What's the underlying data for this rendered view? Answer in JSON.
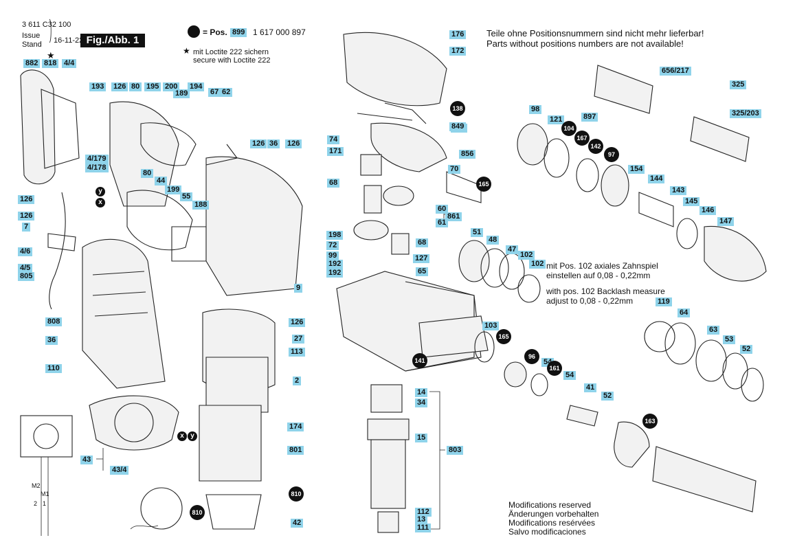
{
  "header": {
    "doc_number": "3 611 C32 100",
    "issue_label": "Issue",
    "stand_label": "Stand",
    "issue_date": "16-11-22",
    "fig_label": "Fig./Abb. 1"
  },
  "legend": {
    "pos_prefix": "= Pos.",
    "pos_number": "899",
    "pos_partno": "1 617 000 897",
    "loctite_de": "mit Loctite 222 sichern",
    "loctite_en": "secure with Loctite 222"
  },
  "notices": {
    "no_pos_de": "Teile ohne Positionsnummern sind nicht mehr lieferbar!",
    "no_pos_en": "Parts without positions numbers are not available!",
    "backlash_de_1": "mit Pos. 102 axiales Zahnspiel",
    "backlash_de_2": "einstellen auf 0,08 - 0,22mm",
    "backlash_en_1": "with pos. 102 Backlash measure",
    "backlash_en_2": "adjust to 0,08 - 0,22mm",
    "mod_1": "Modifications reserved",
    "mod_2": "Änderungen vorbehalten",
    "mod_3": "Modifications resérvées",
    "mod_4": "Salvo modificaciones"
  },
  "wiring_labels": {
    "m2": "M2",
    "m1": "M1",
    "num2": "2",
    "num1": "1"
  },
  "labels": [
    "882",
    "818",
    "4/4",
    "193",
    "126",
    "80",
    "195",
    "200",
    "189",
    "194",
    "67",
    "62",
    "4/179",
    "4/178",
    "126",
    "126",
    "7",
    "4/6",
    "4/5",
    "805",
    "126",
    "36",
    "126",
    "80",
    "44",
    "199",
    "55",
    "188",
    "9",
    "808",
    "36",
    "110",
    "43",
    "43/4",
    "126",
    "27",
    "113",
    "2",
    "174",
    "801",
    "42",
    "176",
    "172",
    "138",
    "849",
    "74",
    "171",
    "856",
    "70",
    "68",
    "60",
    "861",
    "61",
    "198",
    "72",
    "99",
    "68",
    "192",
    "192",
    "127",
    "65",
    "51",
    "48",
    "47",
    "102",
    "102",
    "656/217",
    "325",
    "325/203",
    "98",
    "121",
    "897",
    "154",
    "144",
    "143",
    "145",
    "146",
    "147",
    "119",
    "64",
    "63",
    "53",
    "52",
    "103",
    "54",
    "54",
    "41",
    "52",
    "14",
    "34",
    "15",
    "803",
    "112",
    "13",
    "111"
  ],
  "dot_labels": [
    "165",
    "104",
    "167",
    "142",
    "97",
    "165",
    "96",
    "161",
    "163",
    "141",
    "810",
    "810",
    "138"
  ],
  "markers": {
    "x": "x",
    "y": "y"
  }
}
